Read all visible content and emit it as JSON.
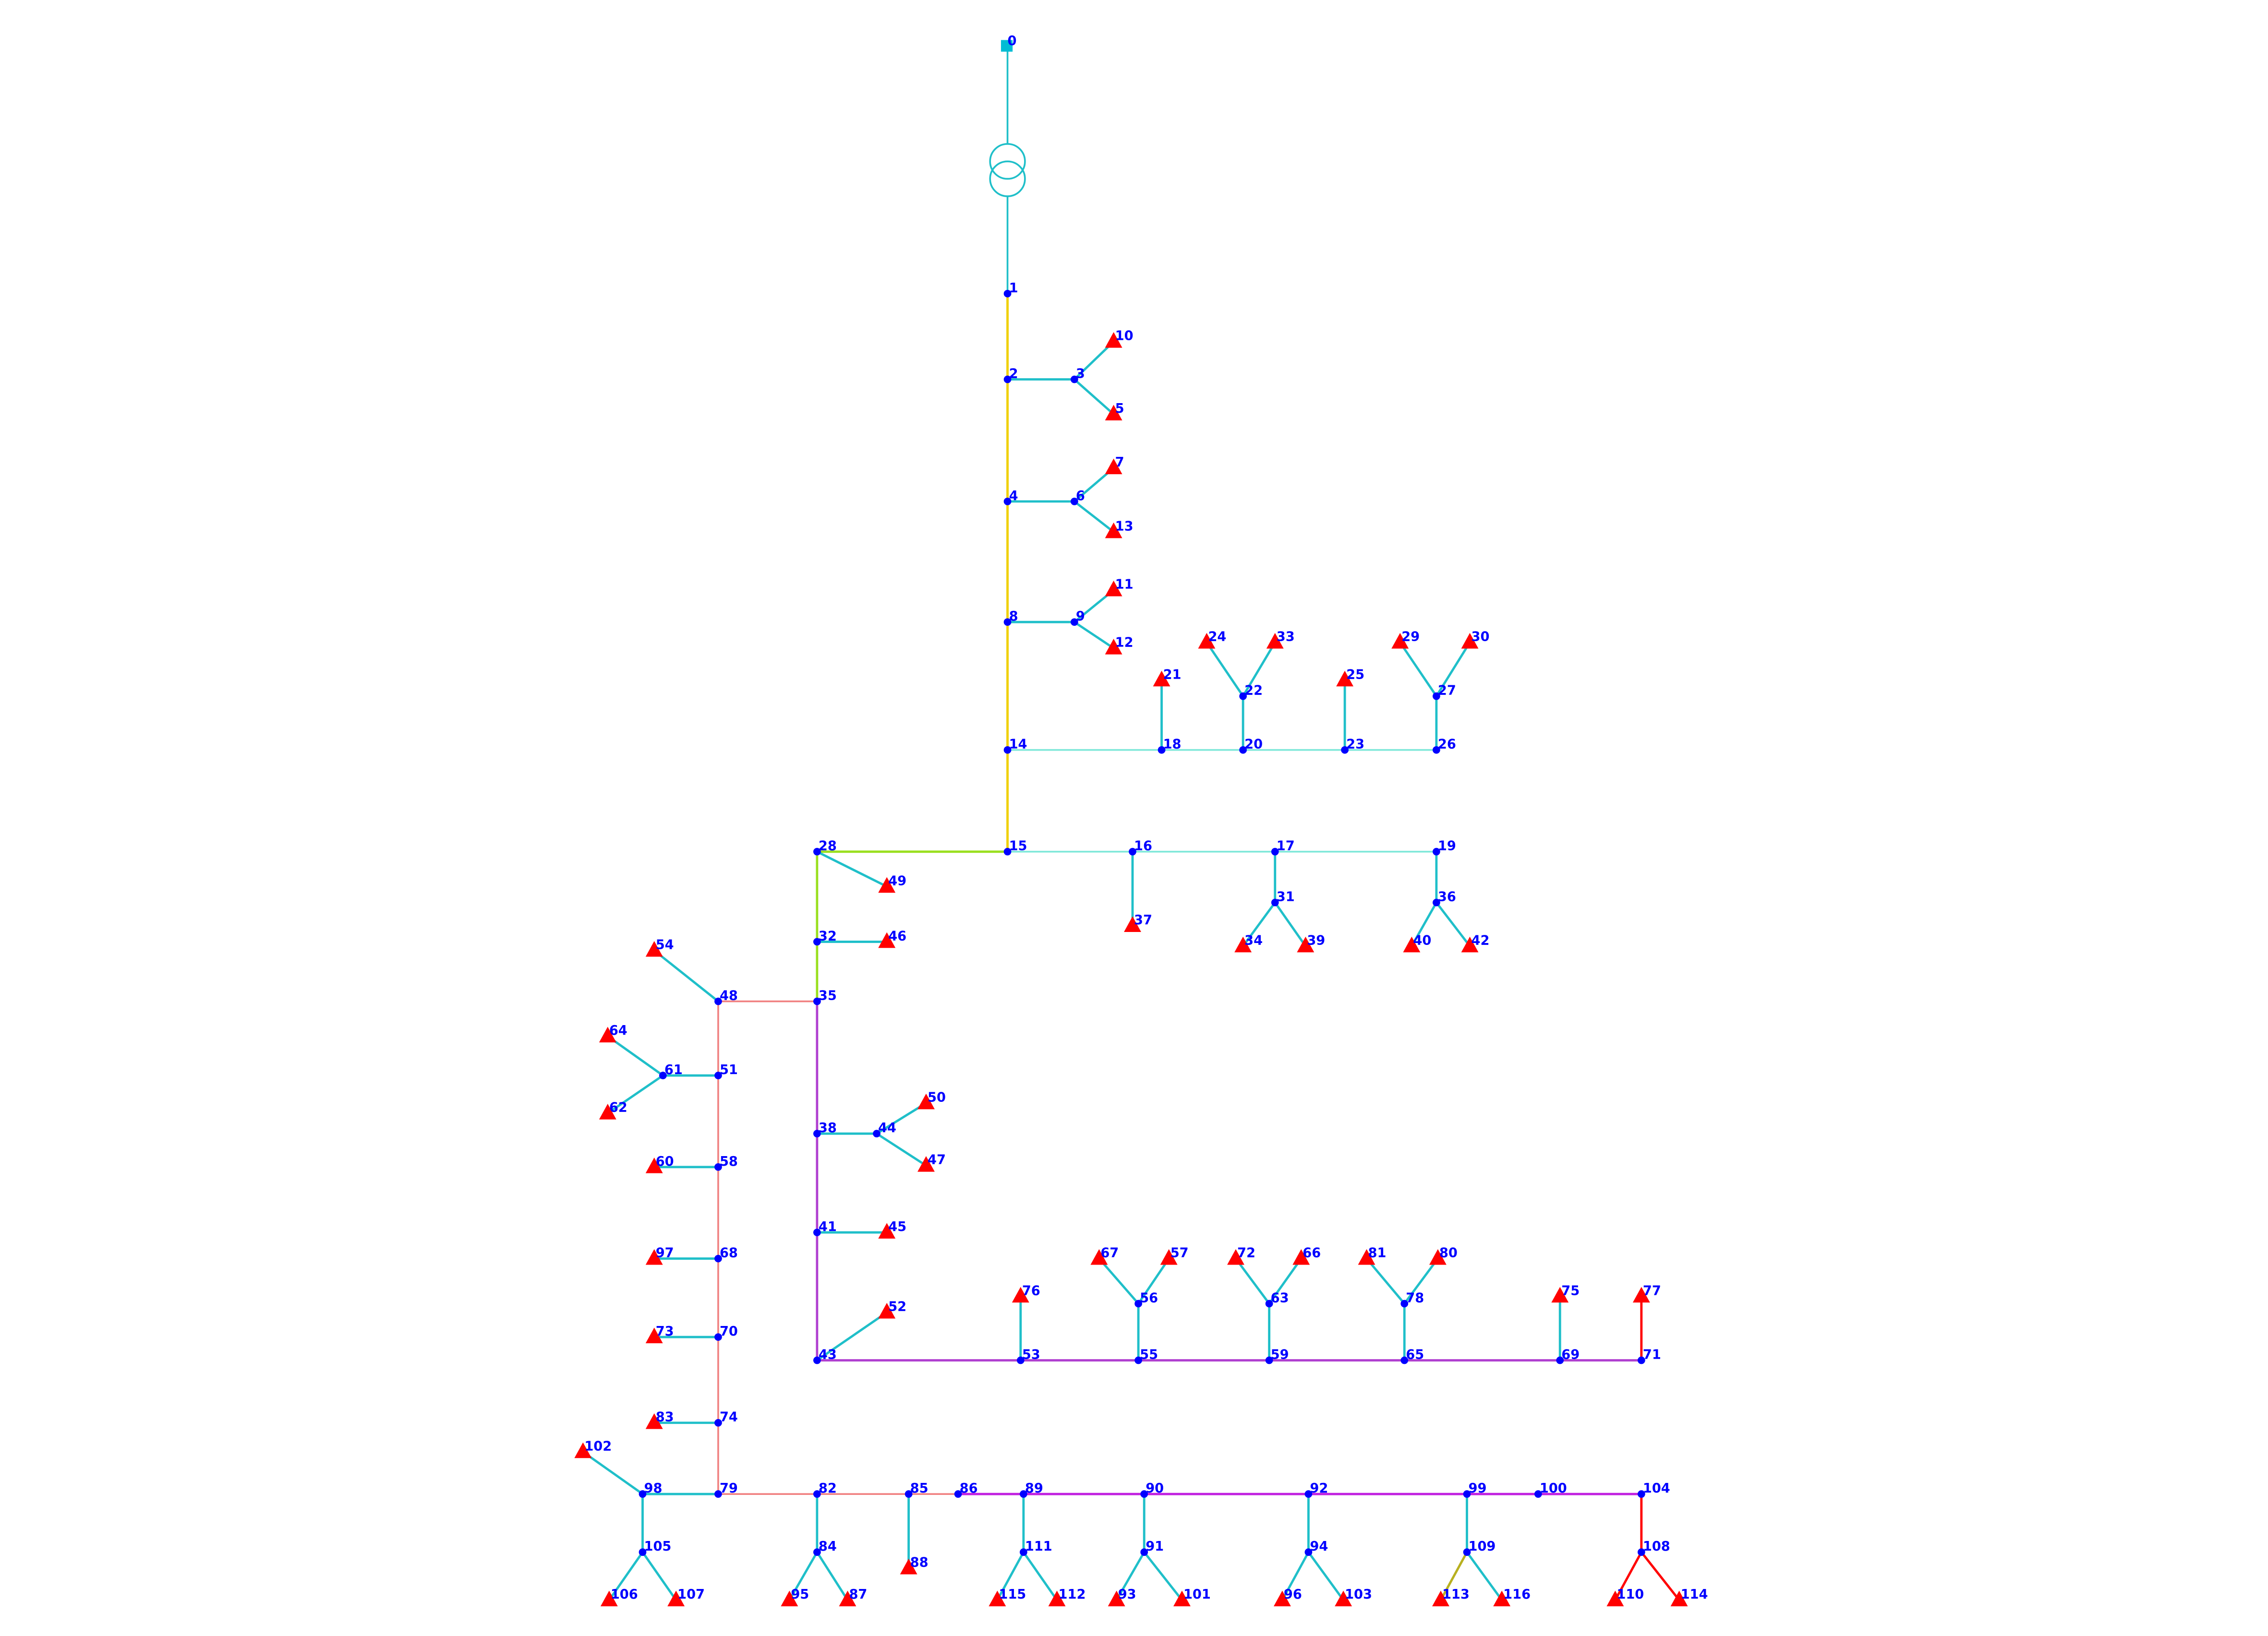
{
  "colors": {
    "teal": "#1fbfc9",
    "light_teal": "#7fe8d9",
    "yellow": "#f0d000",
    "lime": "#9adf1f",
    "salmon": "#f08080",
    "purple": "#b040d0",
    "magenta": "#c020e0",
    "red": "#ff0000",
    "olive": "#b8b020",
    "node": "#0000ff",
    "load": "#ff0000",
    "label": "#0000ff",
    "ext_grid": "#00bcd4"
  },
  "icons": {
    "node": "bus-dot-icon",
    "load": "load-triangle-icon",
    "source": "external-grid-icon",
    "transformer": "transformer-icon"
  },
  "ext_grid": {
    "label": "0"
  },
  "nodes": [
    {
      "label": "1"
    },
    {
      "label": "2"
    },
    {
      "label": "3"
    },
    {
      "label": "4"
    },
    {
      "label": "6"
    },
    {
      "label": "8"
    },
    {
      "label": "9"
    },
    {
      "label": "14"
    },
    {
      "label": "18"
    },
    {
      "label": "20"
    },
    {
      "label": "22"
    },
    {
      "label": "23"
    },
    {
      "label": "26"
    },
    {
      "label": "27"
    },
    {
      "label": "15"
    },
    {
      "label": "16"
    },
    {
      "label": "17"
    },
    {
      "label": "19"
    },
    {
      "label": "31"
    },
    {
      "label": "36"
    },
    {
      "label": "28"
    },
    {
      "label": "32"
    },
    {
      "label": "35"
    },
    {
      "label": "48"
    },
    {
      "label": "51"
    },
    {
      "label": "61"
    },
    {
      "label": "58"
    },
    {
      "label": "68"
    },
    {
      "label": "70"
    },
    {
      "label": "74"
    },
    {
      "label": "79"
    },
    {
      "label": "98"
    },
    {
      "label": "105"
    },
    {
      "label": "38"
    },
    {
      "label": "44"
    },
    {
      "label": "41"
    },
    {
      "label": "43"
    },
    {
      "label": "53"
    },
    {
      "label": "55"
    },
    {
      "label": "56"
    },
    {
      "label": "59"
    },
    {
      "label": "63"
    },
    {
      "label": "65"
    },
    {
      "label": "78"
    },
    {
      "label": "69"
    },
    {
      "label": "71"
    },
    {
      "label": "82"
    },
    {
      "label": "84"
    },
    {
      "label": "85"
    },
    {
      "label": "86"
    },
    {
      "label": "89"
    },
    {
      "label": "111"
    },
    {
      "label": "90"
    },
    {
      "label": "91"
    },
    {
      "label": "92"
    },
    {
      "label": "94"
    },
    {
      "label": "99"
    },
    {
      "label": "109"
    },
    {
      "label": "100"
    },
    {
      "label": "104"
    },
    {
      "label": "108"
    }
  ],
  "loads": [
    {
      "label": "10"
    },
    {
      "label": "5"
    },
    {
      "label": "7"
    },
    {
      "label": "13"
    },
    {
      "label": "11"
    },
    {
      "label": "12"
    },
    {
      "label": "21"
    },
    {
      "label": "24"
    },
    {
      "label": "33"
    },
    {
      "label": "25"
    },
    {
      "label": "29"
    },
    {
      "label": "30"
    },
    {
      "label": "37"
    },
    {
      "label": "34"
    },
    {
      "label": "39"
    },
    {
      "label": "40"
    },
    {
      "label": "42"
    },
    {
      "label": "49"
    },
    {
      "label": "46"
    },
    {
      "label": "54"
    },
    {
      "label": "64"
    },
    {
      "label": "62"
    },
    {
      "label": "60"
    },
    {
      "label": "97"
    },
    {
      "label": "73"
    },
    {
      "label": "83"
    },
    {
      "label": "102"
    },
    {
      "label": "106"
    },
    {
      "label": "107"
    },
    {
      "label": "50"
    },
    {
      "label": "47"
    },
    {
      "label": "45"
    },
    {
      "label": "52"
    },
    {
      "label": "76"
    },
    {
      "label": "67"
    },
    {
      "label": "57"
    },
    {
      "label": "72"
    },
    {
      "label": "66"
    },
    {
      "label": "81"
    },
    {
      "label": "80"
    },
    {
      "label": "75"
    },
    {
      "label": "77"
    },
    {
      "label": "95"
    },
    {
      "label": "87"
    },
    {
      "label": "88"
    },
    {
      "label": "115"
    },
    {
      "label": "112"
    },
    {
      "label": "93"
    },
    {
      "label": "101"
    },
    {
      "label": "96"
    },
    {
      "label": "103"
    },
    {
      "label": "113"
    },
    {
      "label": "116"
    },
    {
      "label": "110"
    },
    {
      "label": "114"
    }
  ]
}
